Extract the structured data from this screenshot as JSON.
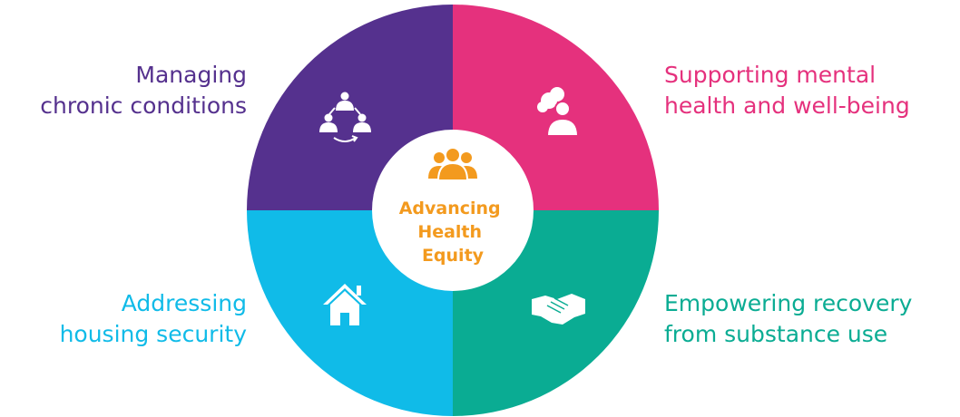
{
  "center": {
    "title_lines": [
      "Advancing",
      "Health",
      "Equity"
    ],
    "color": "#f39a1e",
    "icon": "people-group-icon"
  },
  "quadrants": [
    {
      "id": "top-left",
      "lines": [
        "Managing",
        "chronic conditions"
      ],
      "color": "#55318e",
      "icon": "care-network-icon"
    },
    {
      "id": "top-right",
      "lines": [
        "Supporting mental",
        "health and well-being"
      ],
      "color": "#e5317d",
      "icon": "person-thought-icon"
    },
    {
      "id": "bottom-left",
      "lines": [
        "Addressing",
        "housing security"
      ],
      "color": "#10bbe8",
      "icon": "house-icon"
    },
    {
      "id": "bottom-right",
      "lines": [
        "Empowering recovery",
        "from substance use"
      ],
      "color": "#0aac93",
      "icon": "handshake-icon"
    }
  ]
}
